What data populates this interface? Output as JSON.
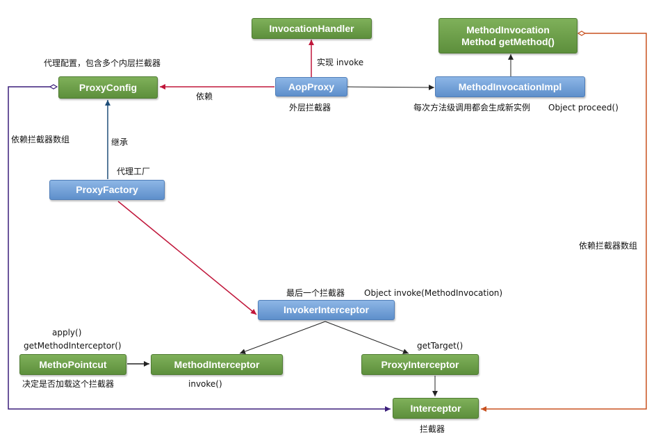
{
  "nodes": {
    "invocation_handler": "InvocationHandler",
    "method_invocation_line1": "MethodInvocation",
    "method_invocation_line2": "Method getMethod()",
    "proxy_config": "ProxyConfig",
    "aop_proxy": "AopProxy",
    "method_invocation_impl": "MethodInvocationImpl",
    "proxy_factory": "ProxyFactory",
    "invoker_interceptor": "InvokerInterceptor",
    "metho_pointcut": "MethoPointcut",
    "method_interceptor": "MethodInterceptor",
    "proxy_interceptor": "ProxyInterceptor",
    "interceptor": "Interceptor"
  },
  "labels": {
    "proxy_config_note": "代理配置，包含多个内层拦截器",
    "implements_invoke": "实现 invoke",
    "depends": "依赖",
    "outer_interceptor": "外层拦截器",
    "per_call_instance": "每次方法级调用都会生成新实例",
    "object_proceed": "Object proceed()",
    "depends_interceptor_array_left": "依赖拦截器数组",
    "inherits": "继承",
    "proxy_factory_note": "代理工厂",
    "depends_interceptor_array_right": "依赖拦截器数组",
    "last_interceptor": "最后一个拦截器",
    "object_invoke": "Object invoke(MethodInvocation)",
    "apply": "apply()",
    "get_method_interceptor": "getMethodInterceptor()",
    "get_target": "getTarget()",
    "decide_load": "决定是否加载这个拦截器",
    "invoke": "invoke()",
    "interceptor_note": "拦截器"
  },
  "colors": {
    "green_node": "#6a9c48",
    "blue_node": "#6f9fd8",
    "red_edge": "#c0163a",
    "navy_edge": "#1f4e79",
    "purple_edge": "#3a1d7a",
    "orange_edge": "#c8501e",
    "black_edge": "#222222"
  }
}
